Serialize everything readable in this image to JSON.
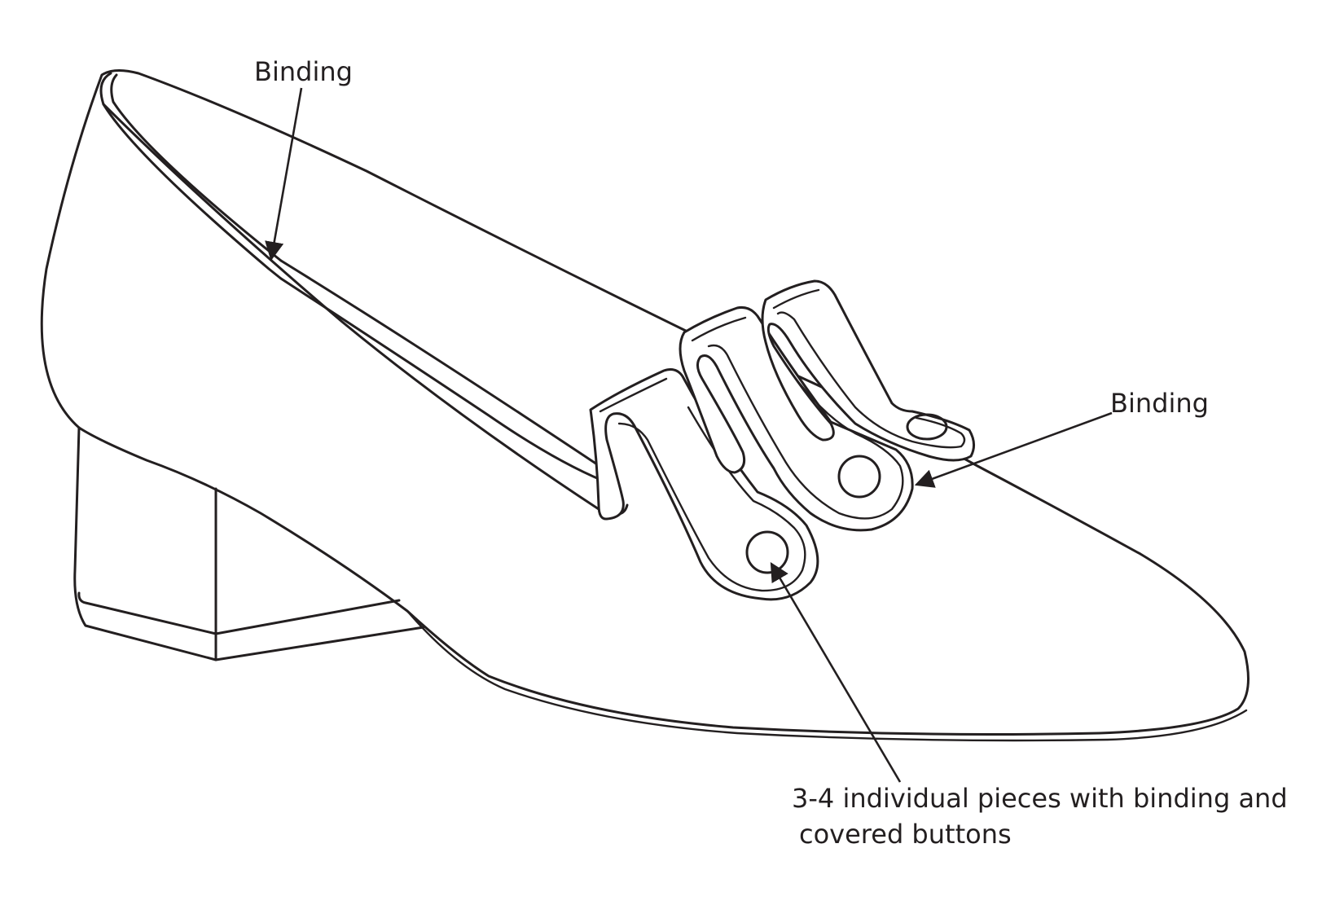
{
  "diagram": {
    "labels": {
      "top_binding": "Binding",
      "side_binding": "Binding",
      "pieces_line1": "3-4 individual pieces with binding and",
      "pieces_line2": "covered buttons"
    },
    "colors": {
      "line": "#231f20",
      "background": "#ffffff"
    }
  }
}
